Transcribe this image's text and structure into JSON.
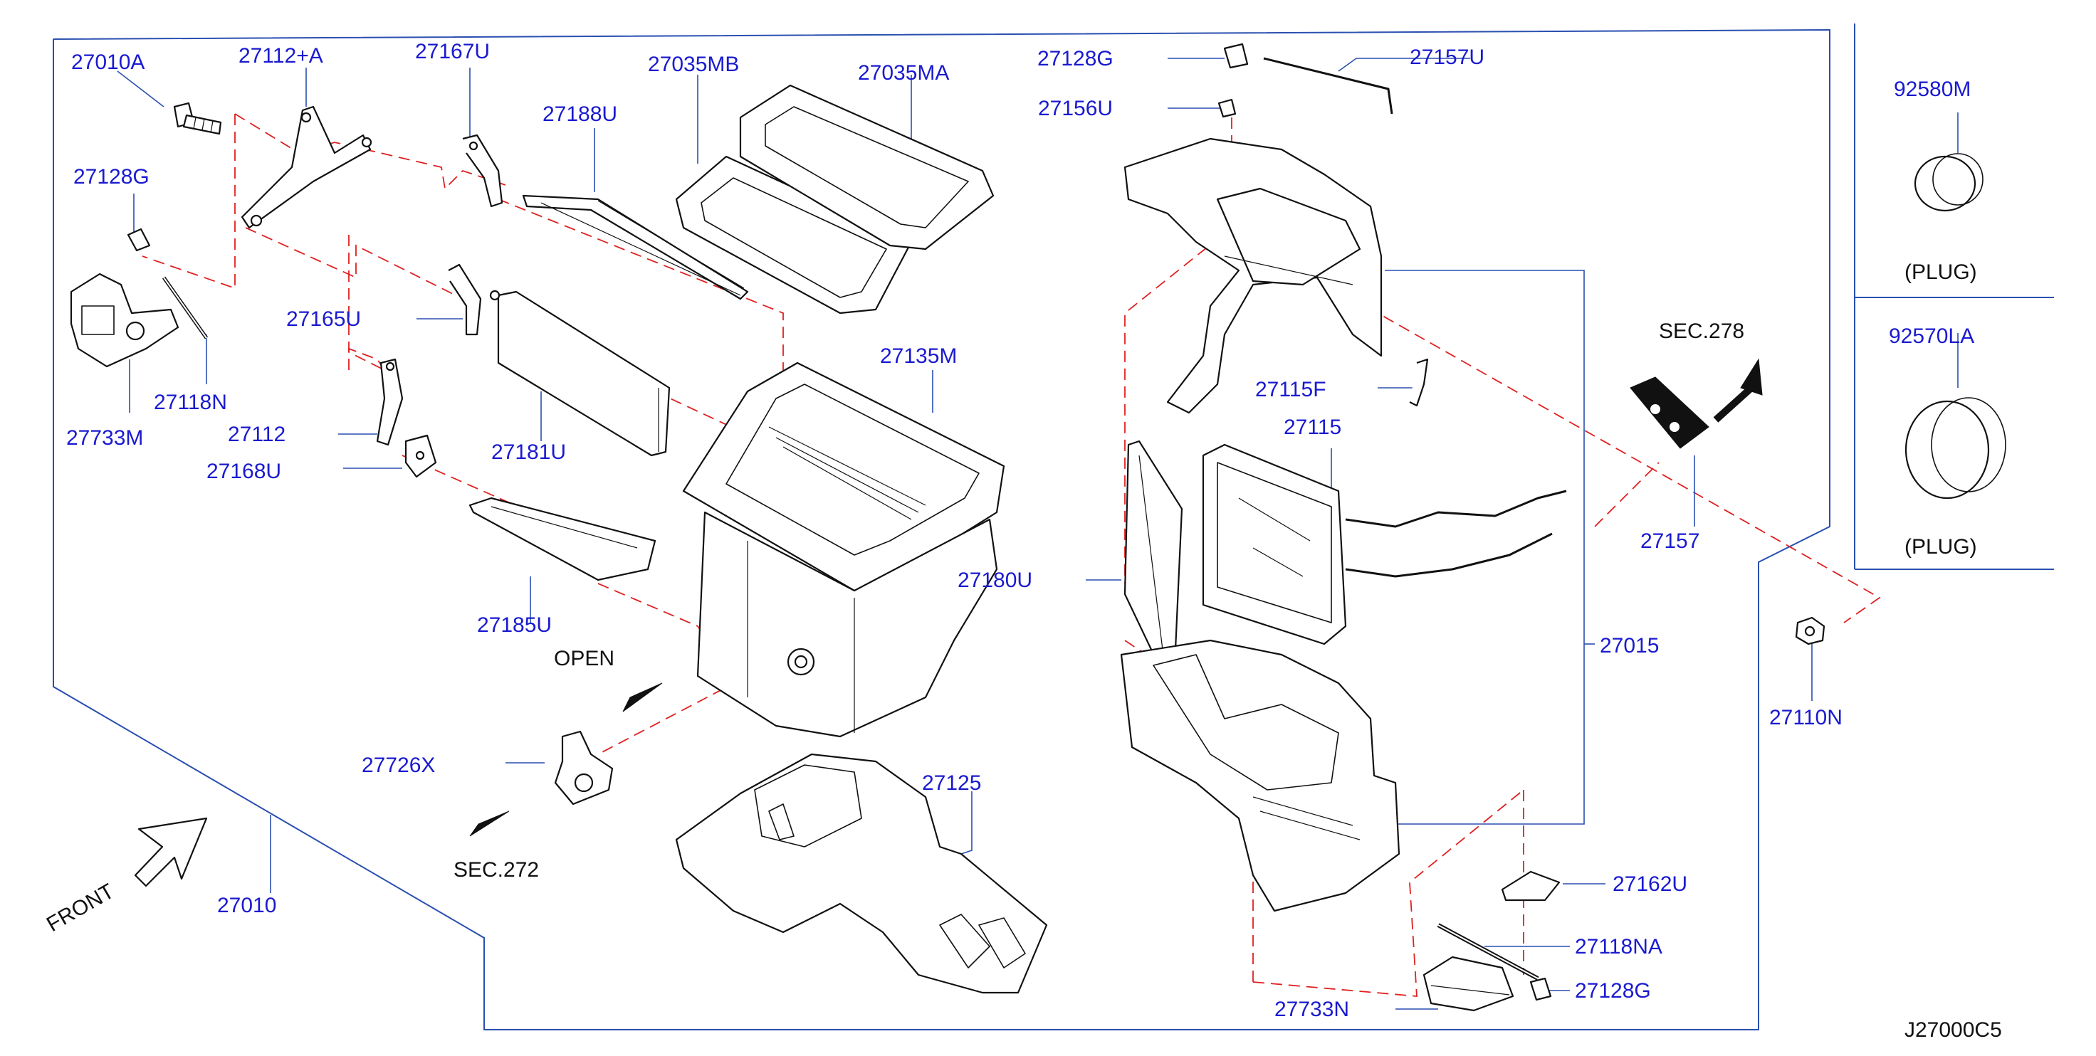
{
  "diagram": {
    "code": "J27000C5",
    "front_label": "FRONT",
    "open_label": "OPEN",
    "sec_labels": {
      "sec272": "SEC.272",
      "sec278": "SEC.278"
    },
    "plug_labels": {
      "upper": "(PLUG)",
      "lower": "(PLUG)"
    },
    "parts": {
      "p27010A": "27010A",
      "p27112A": "27112+A",
      "p27167U": "27167U",
      "p27188U": "27188U",
      "p27035MB": "27035MB",
      "p27035MA": "27035MA",
      "p27128G_top": "27128G",
      "p27157U": "27157U",
      "p27156U": "27156U",
      "p92580M": "92580M",
      "p27128G_left": "27128G",
      "p27165U": "27165U",
      "p27118N": "27118N",
      "p27733M": "27733M",
      "p27112": "27112",
      "p27168U": "27168U",
      "p27181U": "27181U",
      "p27135M": "27135M",
      "p27115F": "27115F",
      "p27115": "27115",
      "p92570LA": "92570LA",
      "p27157": "27157",
      "p27180U": "27180U",
      "p27185U": "27185U",
      "p27015": "27015",
      "p27110N": "27110N",
      "p27726X": "27726X",
      "p27125": "27125",
      "p27010": "27010",
      "p27162U": "27162U",
      "p27118NA": "27118NA",
      "p27128G_bottom": "27128G",
      "p27733N": "27733N"
    }
  }
}
